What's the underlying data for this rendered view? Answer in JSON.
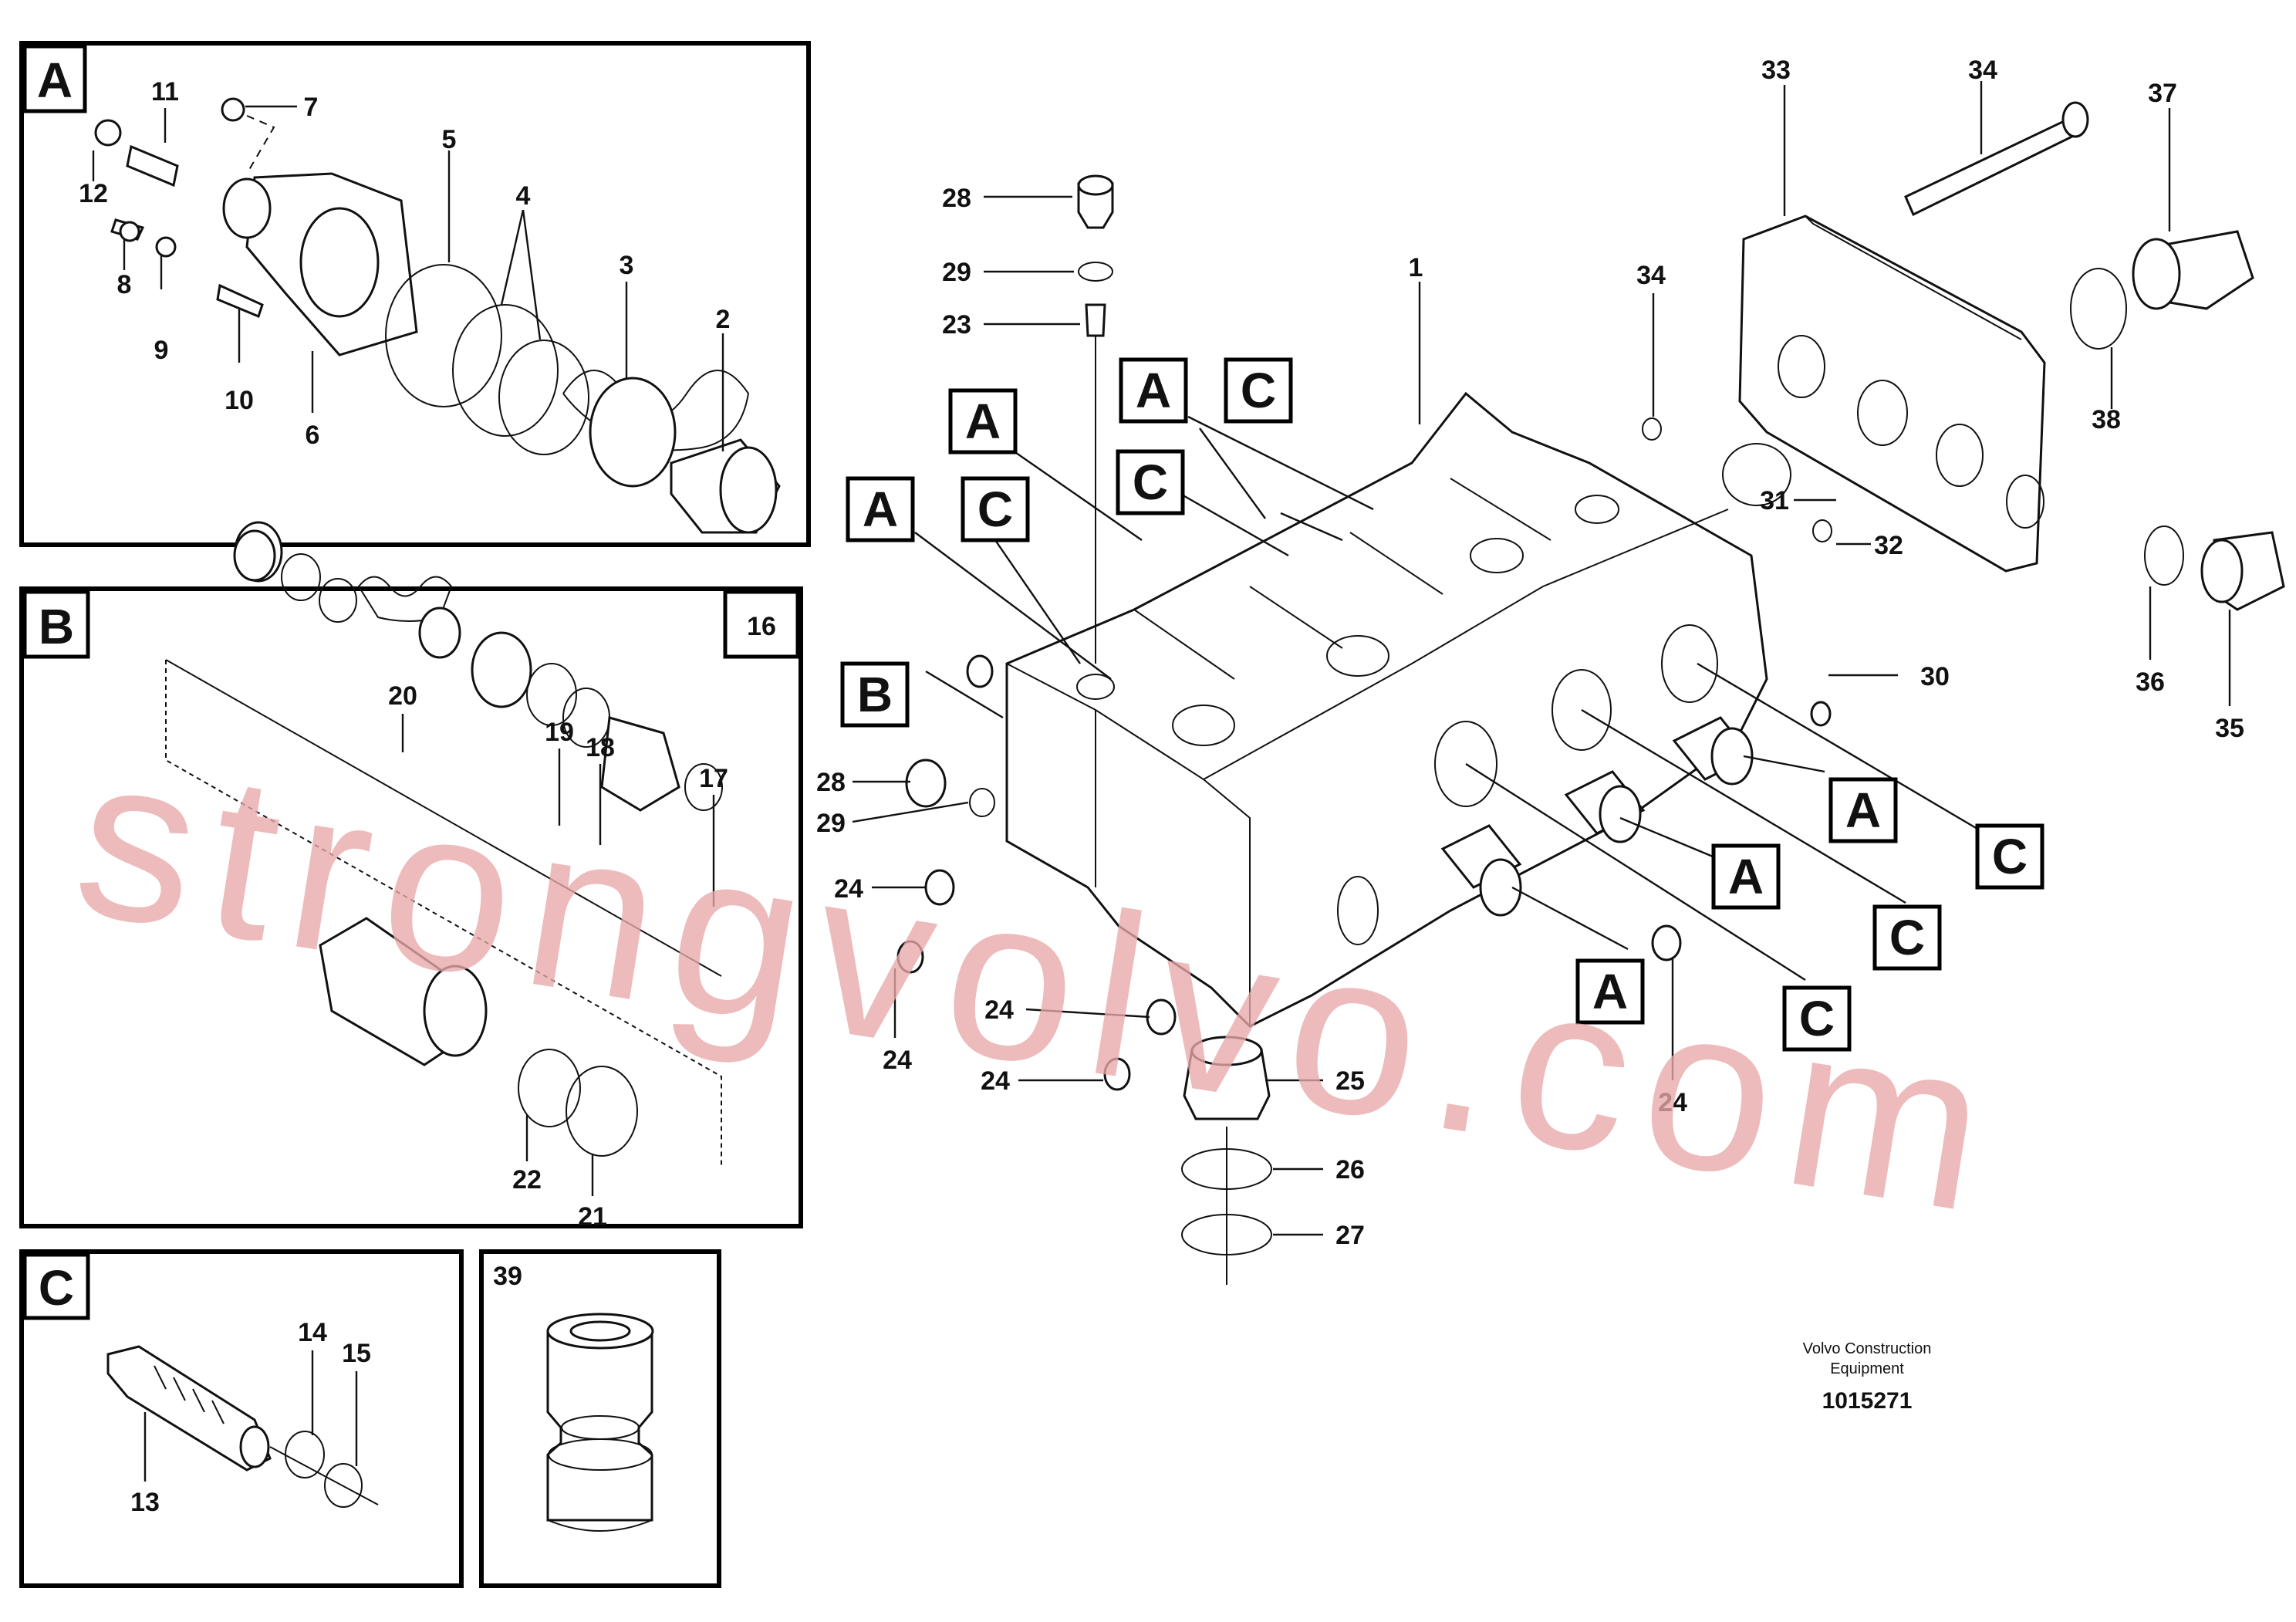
{
  "detail_A": {
    "letter": "A",
    "labels": {
      "p2": "2",
      "p3": "3",
      "p4": "4",
      "p5": "5",
      "p6": "6",
      "p7": "7",
      "p8": "8",
      "p9": "9",
      "p10": "10",
      "p11": "11",
      "p12": "12"
    }
  },
  "detail_B": {
    "letter": "B",
    "ref": "16",
    "labels": {
      "p17": "17",
      "p18": "18",
      "p19": "19",
      "p20": "20",
      "p21": "21",
      "p22": "22"
    }
  },
  "detail_C": {
    "letter": "C",
    "labels": {
      "p13": "13",
      "p14": "14",
      "p15": "15"
    }
  },
  "detail_39": {
    "ref": "39"
  },
  "main": {
    "labels": {
      "p1": "1",
      "p23": "23",
      "p24": "24",
      "p25": "25",
      "p26": "26",
      "p27": "27",
      "p28": "28",
      "p29": "29",
      "p30": "30",
      "p31": "31",
      "p32": "32",
      "p33": "33",
      "p34": "34",
      "p35": "35",
      "p36": "36",
      "p37": "37",
      "p38": "38"
    },
    "tag_A": "A",
    "tag_B": "B",
    "tag_C": "C"
  },
  "watermark": "strongvolvo.com",
  "footer": {
    "line1": "Volvo Construction",
    "line2": "Equipment",
    "doc_number": "1015271"
  }
}
